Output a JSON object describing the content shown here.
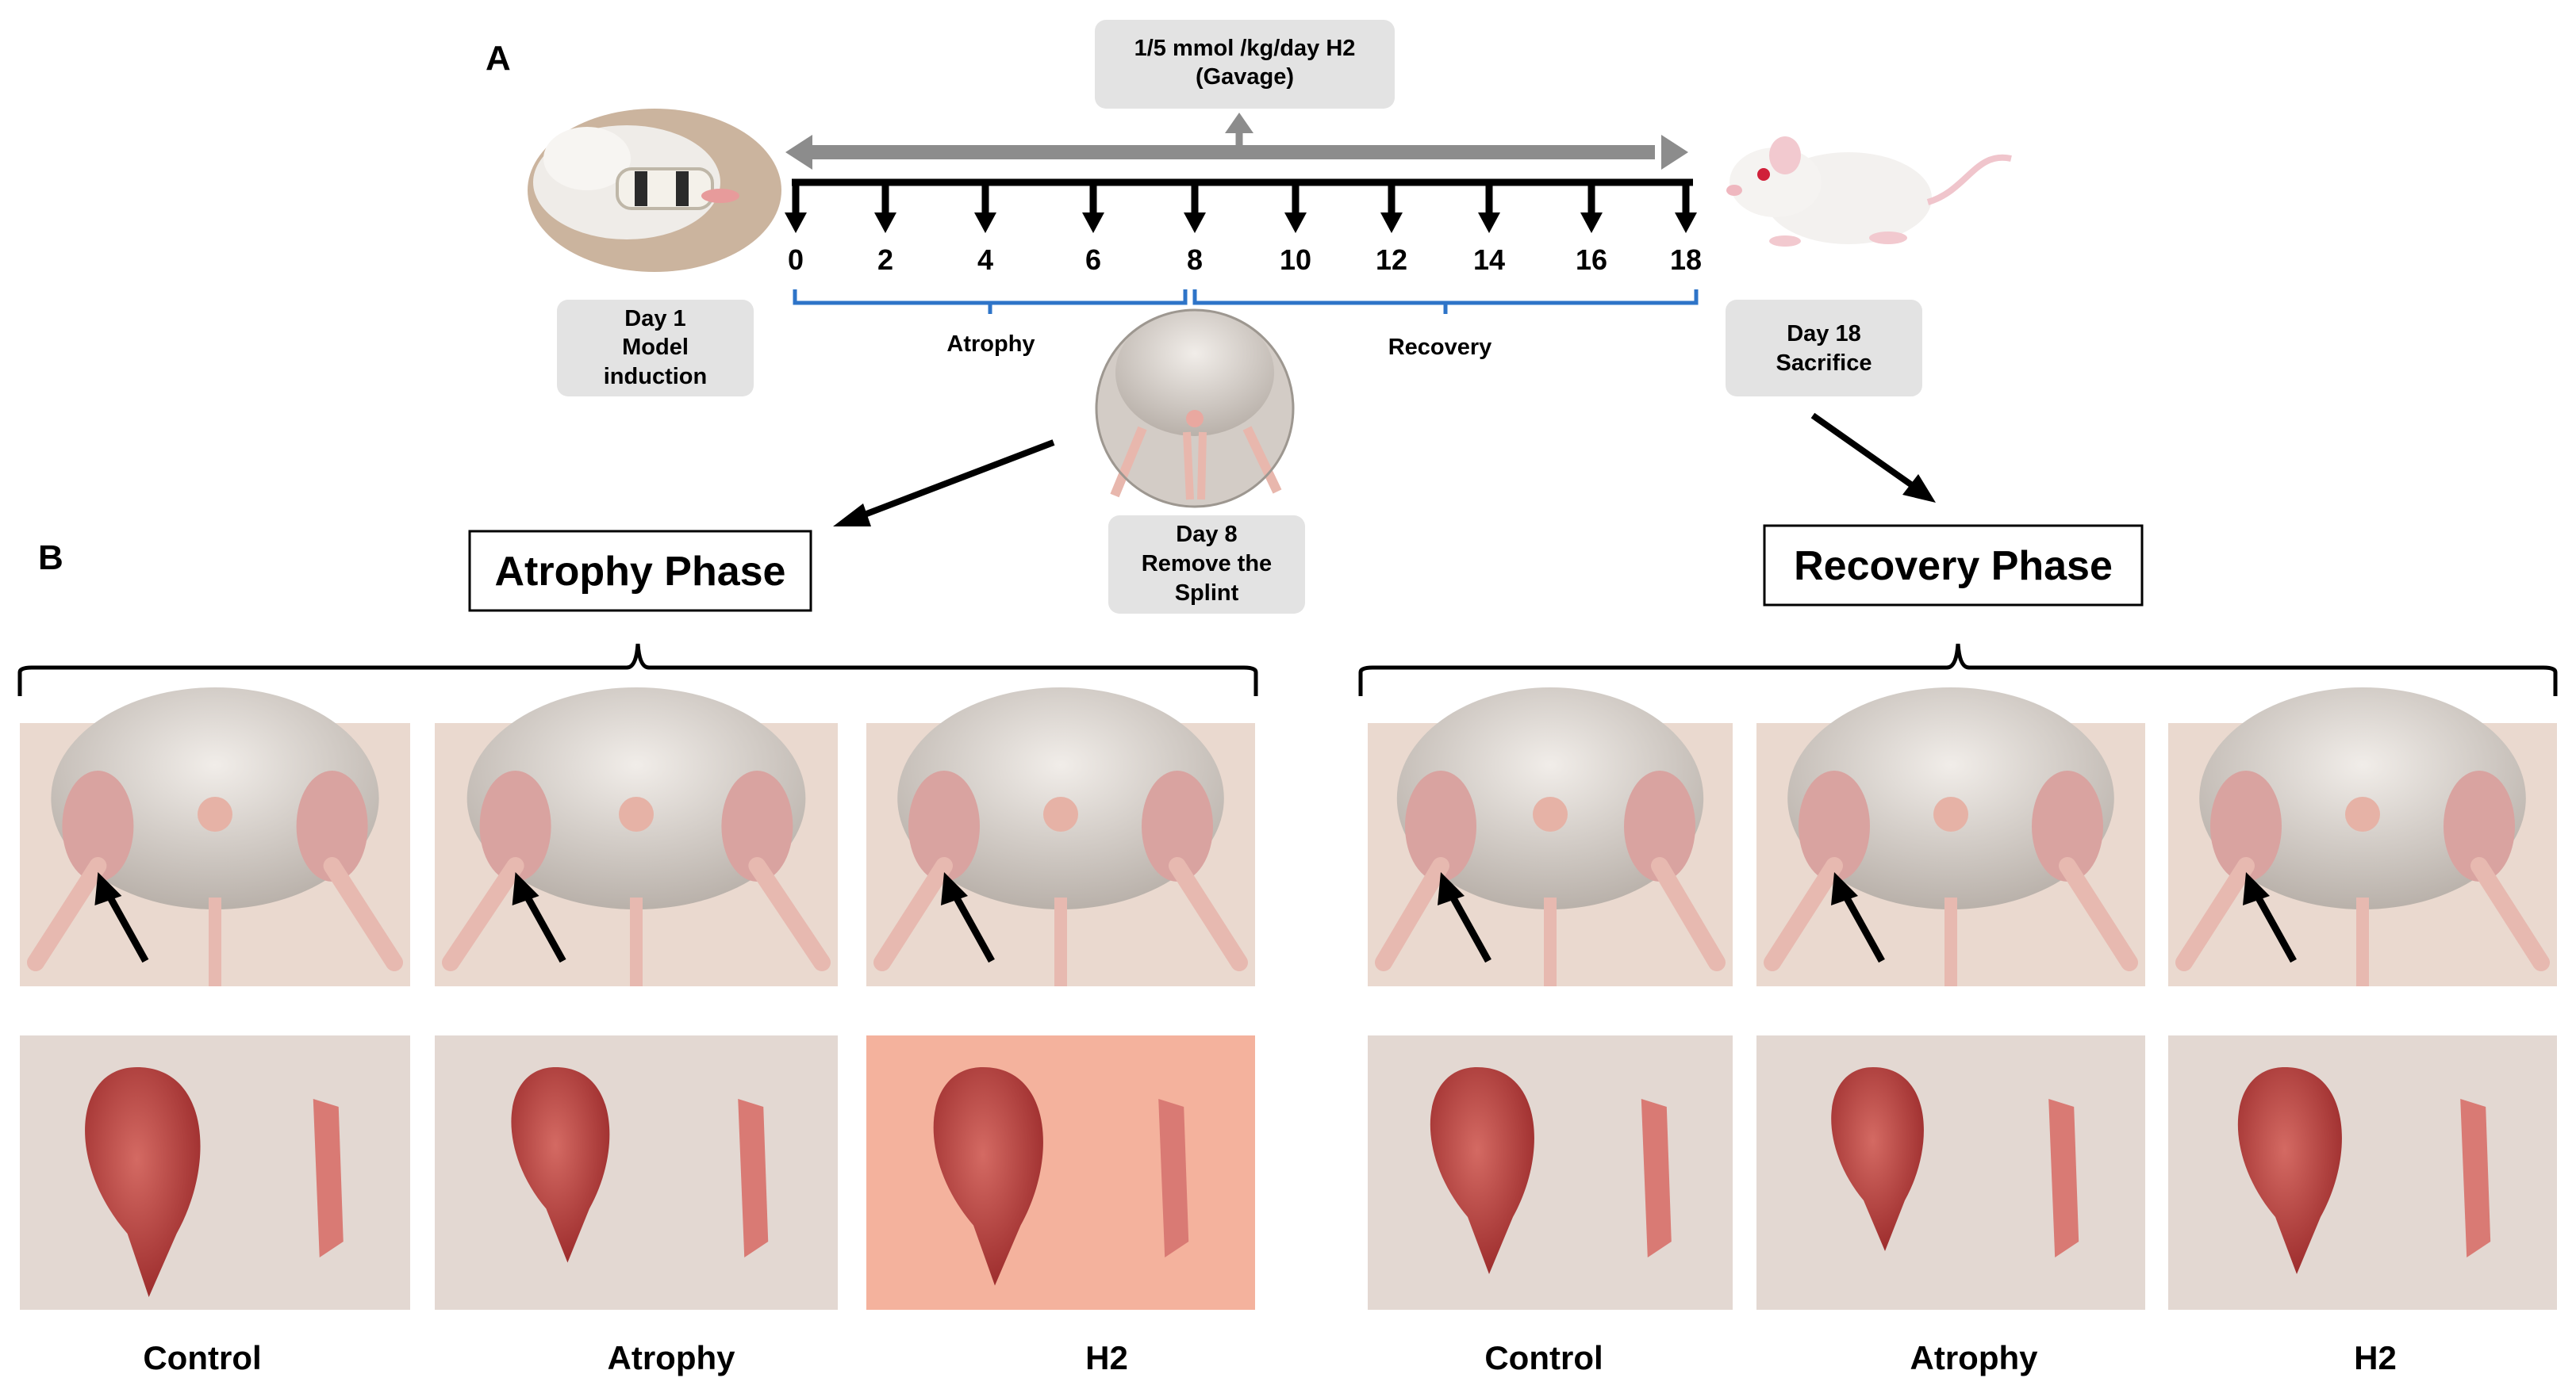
{
  "panels": {
    "a": "A",
    "b": "B"
  },
  "dose": {
    "line1": "1/5 mmol /kg/day  H2",
    "line2": "(Gavage)"
  },
  "timeline_ticks": [
    "0",
    "2",
    "4",
    "6",
    "8",
    "10",
    "12",
    "14",
    "16",
    "18"
  ],
  "brackets": {
    "atrophy": "Atrophy",
    "recovery": "Recovery"
  },
  "boxes": {
    "day1": [
      "Day 1",
      "Model",
      "induction"
    ],
    "day8": [
      "Day 8",
      "Remove the",
      "Splint"
    ],
    "day18": [
      "Day 18",
      "Sacrifice"
    ]
  },
  "phases": {
    "atrophy": "Atrophy Phase",
    "recovery": "Recovery Phase"
  },
  "groups_atrophy": [
    "Control",
    "Atrophy",
    "H2"
  ],
  "groups_recovery": [
    "Control",
    "Atrophy",
    "H2"
  ],
  "colors": {
    "arrow_gray": "#8c8c8c",
    "box_gray": "#e3e3e3",
    "bracket_blue": "#2e74c8",
    "photo_bg": "#ead9cf",
    "fur": "#d8d2cc",
    "muscle": "#b9413f"
  }
}
